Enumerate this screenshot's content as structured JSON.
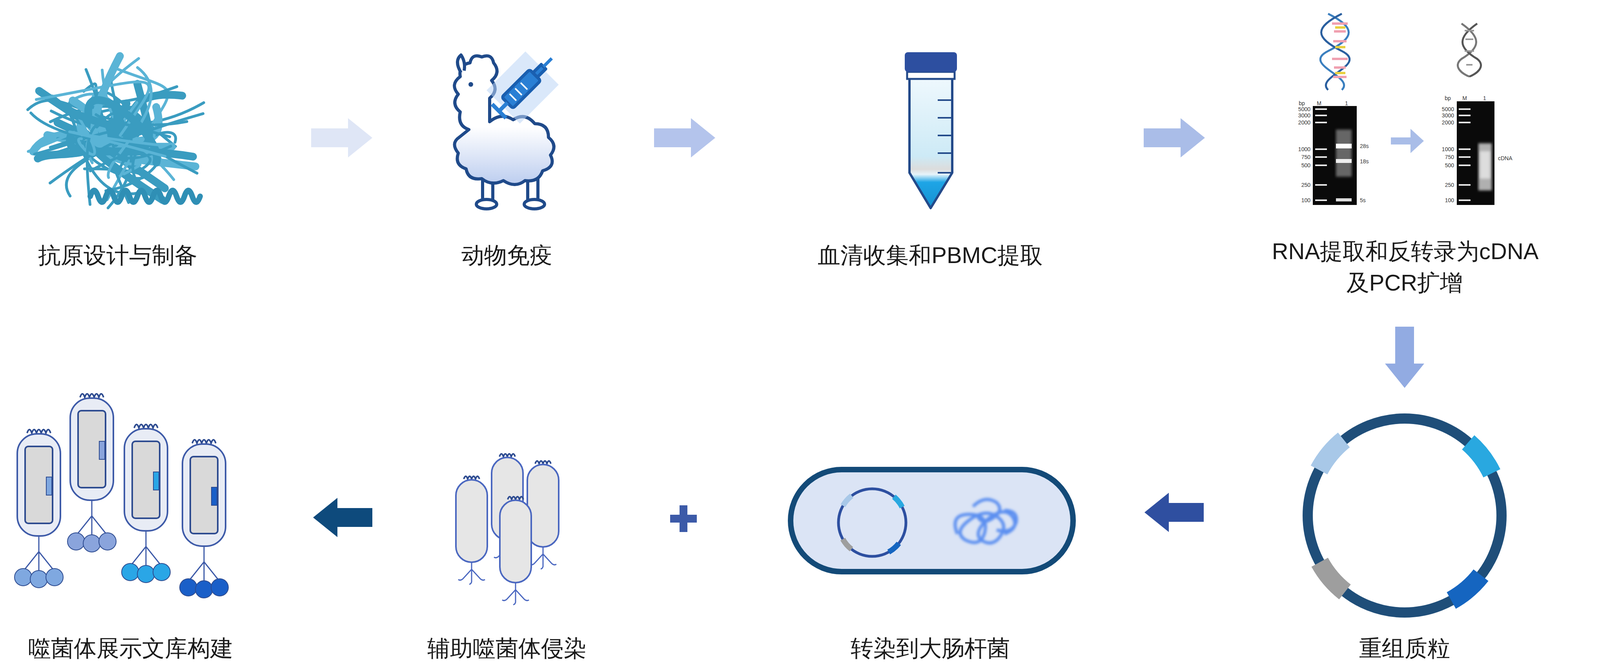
{
  "diagram": {
    "nodes": [
      {
        "text": [
          "抗原设计与制备"
        ]
      },
      {
        "text": [
          "动物免疫"
        ]
      },
      {
        "text": [
          "血清收集和PBMC提取"
        ]
      },
      {
        "text": [
          "RNA提取和反转录为cDNA 及PCR扩增"
        ]
      },
      {
        "text": [
          "重组质粒"
        ]
      },
      {
        "text": [
          "转染到大肠杆菌"
        ]
      },
      {
        "text": [
          "辅助噬菌体侵染"
        ]
      },
      {
        "text": [
          "噬菌体展示文库构建"
        ]
      }
    ],
    "edges": [
      {
        "from": 0,
        "to": 1,
        "arrow": "to"
      },
      {
        "from": 1,
        "to": 2,
        "arrow": "to"
      },
      {
        "from": 2,
        "to": 3,
        "arrow": "to"
      },
      {
        "from": 3,
        "to": 4,
        "arrow": "to"
      },
      {
        "from": 4,
        "to": 5,
        "arrow": "to"
      },
      {
        "from": 6,
        "to": 7,
        "arrow": "to"
      }
    ],
    "labels": [
      "bp",
      "M",
      "1",
      "5000",
      "3000",
      "2000",
      "1000",
      "750",
      "500",
      "250",
      "100",
      "28s",
      "18s",
      "5s",
      "bp",
      "M",
      "1",
      "5000",
      "3000",
      "2000",
      "1000",
      "750",
      "500",
      "250",
      "100",
      "cDNA"
    ]
  }
}
